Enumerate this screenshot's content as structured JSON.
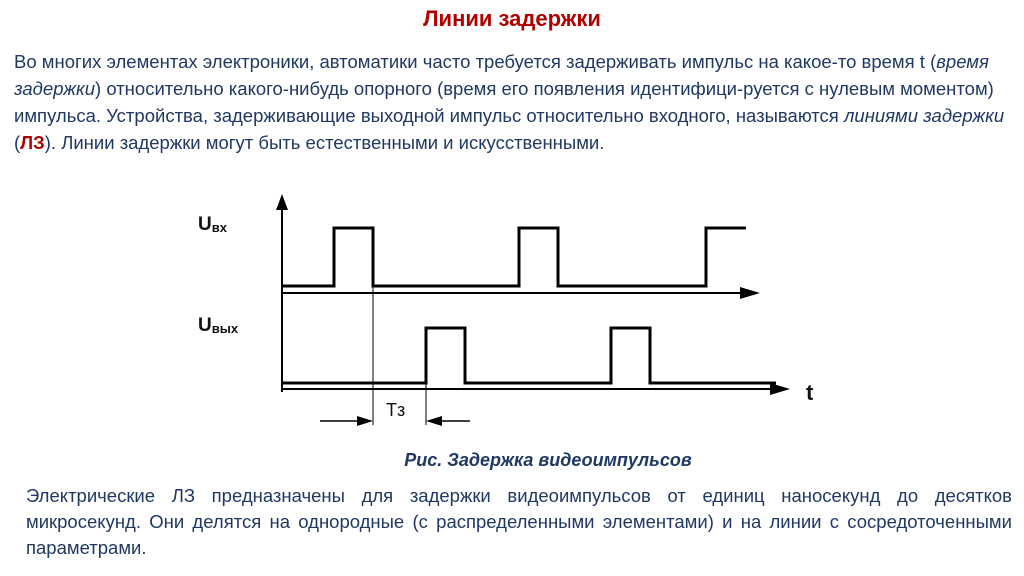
{
  "title": "Линии задержки",
  "intro": {
    "p1": "Во многих элементах электроники, автоматики часто требуется задерживать импульс на какое-то время t (",
    "p2_em": "время задержки",
    "p3": ") относительно какого-нибудь опорного (время его появления идентифици-руется с нулевым моментом) импульса. Устройства, задерживающие выходной импульс относительно входного, называются ",
    "p4_em": "линиями задержки",
    "p5": " (",
    "p6_abbr": "ЛЗ",
    "p7": "). Линии задержки могут быть естественными и искусственными."
  },
  "diagram": {
    "u_in": "U",
    "u_in_sub": "вх",
    "u_out": "U",
    "u_out_sub": "вых",
    "t_axis": "t",
    "delay": "Тз"
  },
  "caption": "Рис. Задержка видеоимпульсов",
  "outro": "Электрические ЛЗ предназначены для задержки видеоимпульсов от единиц наносекунд до десятков микросекунд. Они делятся на однородные (с распределенными элементами) и на линии с сосредоточенными параметрами."
}
